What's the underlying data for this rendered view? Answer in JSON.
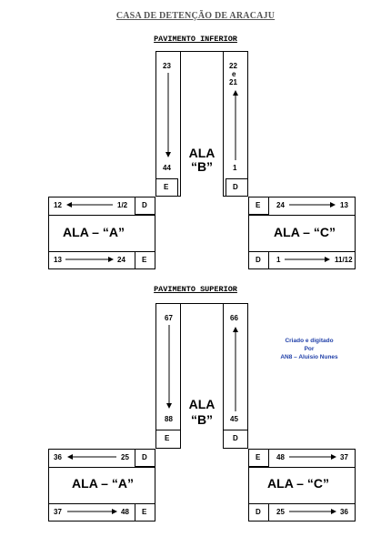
{
  "title": "CASA DE DETENÇÃO DE ARACAJU",
  "credit": {
    "line1": "Criado e digitado",
    "line2": "Por",
    "line3": "AN8 – Aluisio Nunes"
  },
  "floors": [
    {
      "name": "PAVIMENTO INFERIOR",
      "ala_b": {
        "line1": "ALA",
        "line2": "“B”",
        "left_top": "23",
        "left_bottom": "44",
        "right_top_1": "22",
        "right_top_2": "e",
        "right_top_3": "21",
        "right_bottom": "1",
        "left_door": "E",
        "right_door": "D"
      },
      "ala_a": {
        "label": "ALA – “A”",
        "top_start": "12",
        "top_end": "1/2",
        "top_door": "D",
        "bottom_start": "13",
        "bottom_end": "24",
        "bottom_door": "E"
      },
      "ala_c": {
        "label": "ALA – “C”",
        "top_door": "E",
        "top_start": "24",
        "top_end": "13",
        "bottom_door": "D",
        "bottom_start": "1",
        "bottom_end": "11/12"
      }
    },
    {
      "name": "PAVIMENTO SUPERIOR",
      "ala_b": {
        "line1": "ALA",
        "line2": "“B”",
        "left_top": "67",
        "left_bottom": "88",
        "right_top": "66",
        "right_bottom": "45",
        "left_door": "E",
        "right_door": "D"
      },
      "ala_a": {
        "label": "ALA – “A”",
        "top_start": "36",
        "top_end": "25",
        "top_door": "D",
        "bottom_start": "37",
        "bottom_end": "48",
        "bottom_door": "E"
      },
      "ala_c": {
        "label": "ALA – “C”",
        "top_door": "E",
        "top_start": "48",
        "top_end": "37",
        "bottom_door": "D",
        "bottom_start": "25",
        "bottom_end": "36"
      }
    }
  ]
}
